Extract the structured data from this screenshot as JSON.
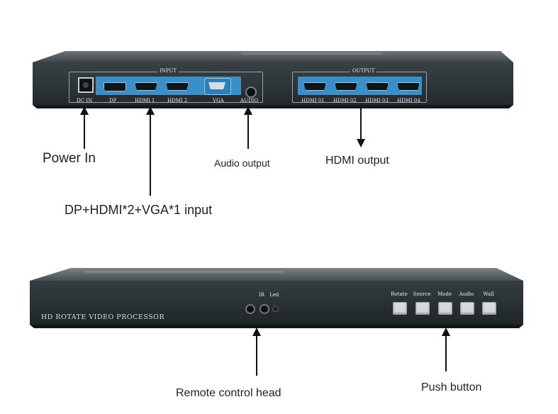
{
  "rear_panel": {
    "input_group_label": "INPUT",
    "output_group_label": "OUTPUT",
    "port_labels": {
      "dc_in": "DC IN",
      "dp": "DP",
      "hdmi1": "HDMI 1",
      "hdmi2": "HDMI 2",
      "vga": "VGA",
      "audio": "AUDIO",
      "hdmi_out1": "HDMI 01",
      "hdmi_out2": "HDMI 02",
      "hdmi_out3": "HDMI 03",
      "hdmi_out4": "HDMI 04"
    }
  },
  "front_panel": {
    "device_name": "HD ROTATE VIDEO PROCESSOR",
    "ir_label": "IR",
    "led_label": "Led",
    "buttons": [
      "Rotate",
      "Source",
      "Mode",
      "Audio",
      "Wall"
    ]
  },
  "callouts": {
    "power_in": "Power In",
    "audio_output": "Audio output",
    "hdmi_output": "HDMI output",
    "input_summary": "DP+HDMI*2+VGA*1 input",
    "remote_head": "Remote control head",
    "push_button": "Push button"
  },
  "colors": {
    "chassis": "#2b3235",
    "port_blue": "#3a8fc8",
    "button_face": "#d7dadc"
  }
}
